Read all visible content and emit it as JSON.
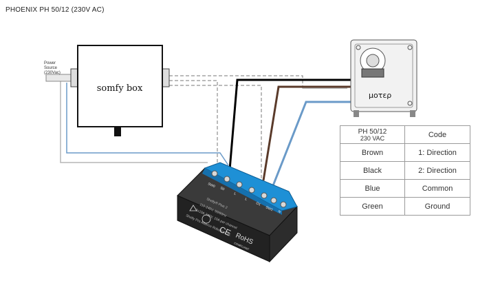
{
  "title": "PHOENIX PH 50/12 (230V AC)",
  "box_label": "somfy box",
  "motor_label": "μοτερ",
  "power_source": {
    "line1": "Power",
    "line2": "Source",
    "line3": "(230Vac)"
  },
  "relay": {
    "terminals": [
      "SW0",
      "S0",
      "L",
      "L",
      "O1",
      "SW1",
      "N"
    ],
    "brand": "Shelly Pro Allterco Robotics Ltd.",
    "model": "Shelly® Plus 2",
    "specs": [
      "110-240V, 50/60Hz",
      "2x10A 240V, 10A per channel"
    ],
    "marks": [
      "CE",
      "RoHS",
      "COMPLIANT"
    ]
  },
  "table": {
    "header": {
      "left_line1": "PH 50/12",
      "left_line2": "230 VAC",
      "right": "Code"
    },
    "rows": [
      {
        "color": "Brown",
        "code": "1: Direction"
      },
      {
        "color": "Black",
        "code": "2: Direction"
      },
      {
        "color": "Blue",
        "code": "Common"
      },
      {
        "color": "Green",
        "code": "Ground"
      }
    ]
  },
  "colors": {
    "brown_wire": "#5a3a2a",
    "black_wire": "#000000",
    "blue_wire": "#6a9ac8",
    "grey_wire": "#b0b0b0",
    "relay_blue": "#1e90d6",
    "relay_body": "#2a2a2a"
  }
}
